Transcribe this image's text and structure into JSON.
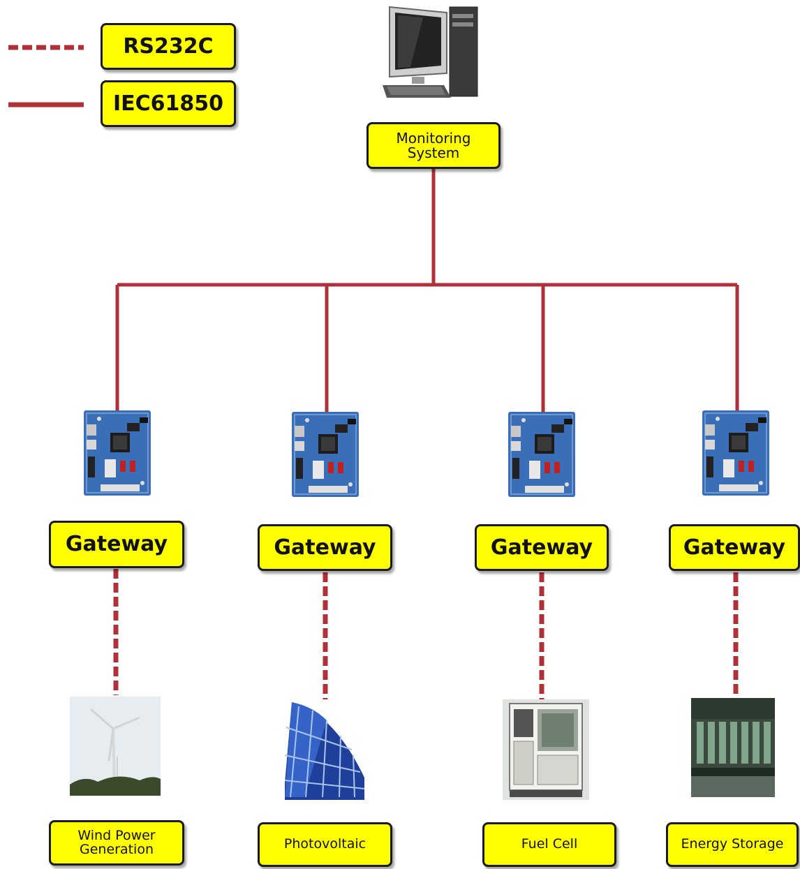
{
  "legend": [
    {
      "line_style": "dashed",
      "label": "RS232C"
    },
    {
      "line_style": "solid",
      "label": "IEC61850"
    }
  ],
  "colors": {
    "line": "#b03038",
    "box_fill": "#ffff00",
    "box_border": "#1a1a1a",
    "board": "#3a6fb8"
  },
  "monitoring": {
    "icon": "desktop-computer-icon",
    "label": "Monitoring\nSystem"
  },
  "gateways": [
    {
      "icon": "circuit-board-icon",
      "label": "Gateway"
    },
    {
      "icon": "circuit-board-icon",
      "label": "Gateway"
    },
    {
      "icon": "circuit-board-icon",
      "label": "Gateway"
    },
    {
      "icon": "circuit-board-icon",
      "label": "Gateway"
    }
  ],
  "sources": [
    {
      "icon": "wind-turbine-icon",
      "label": "Wind Power\nGeneration"
    },
    {
      "icon": "solar-panel-icon",
      "label": "Photovoltaic"
    },
    {
      "icon": "fuel-cell-icon",
      "label": "Fuel Cell"
    },
    {
      "icon": "battery-storage-icon",
      "label": "Energy Storage"
    }
  ]
}
